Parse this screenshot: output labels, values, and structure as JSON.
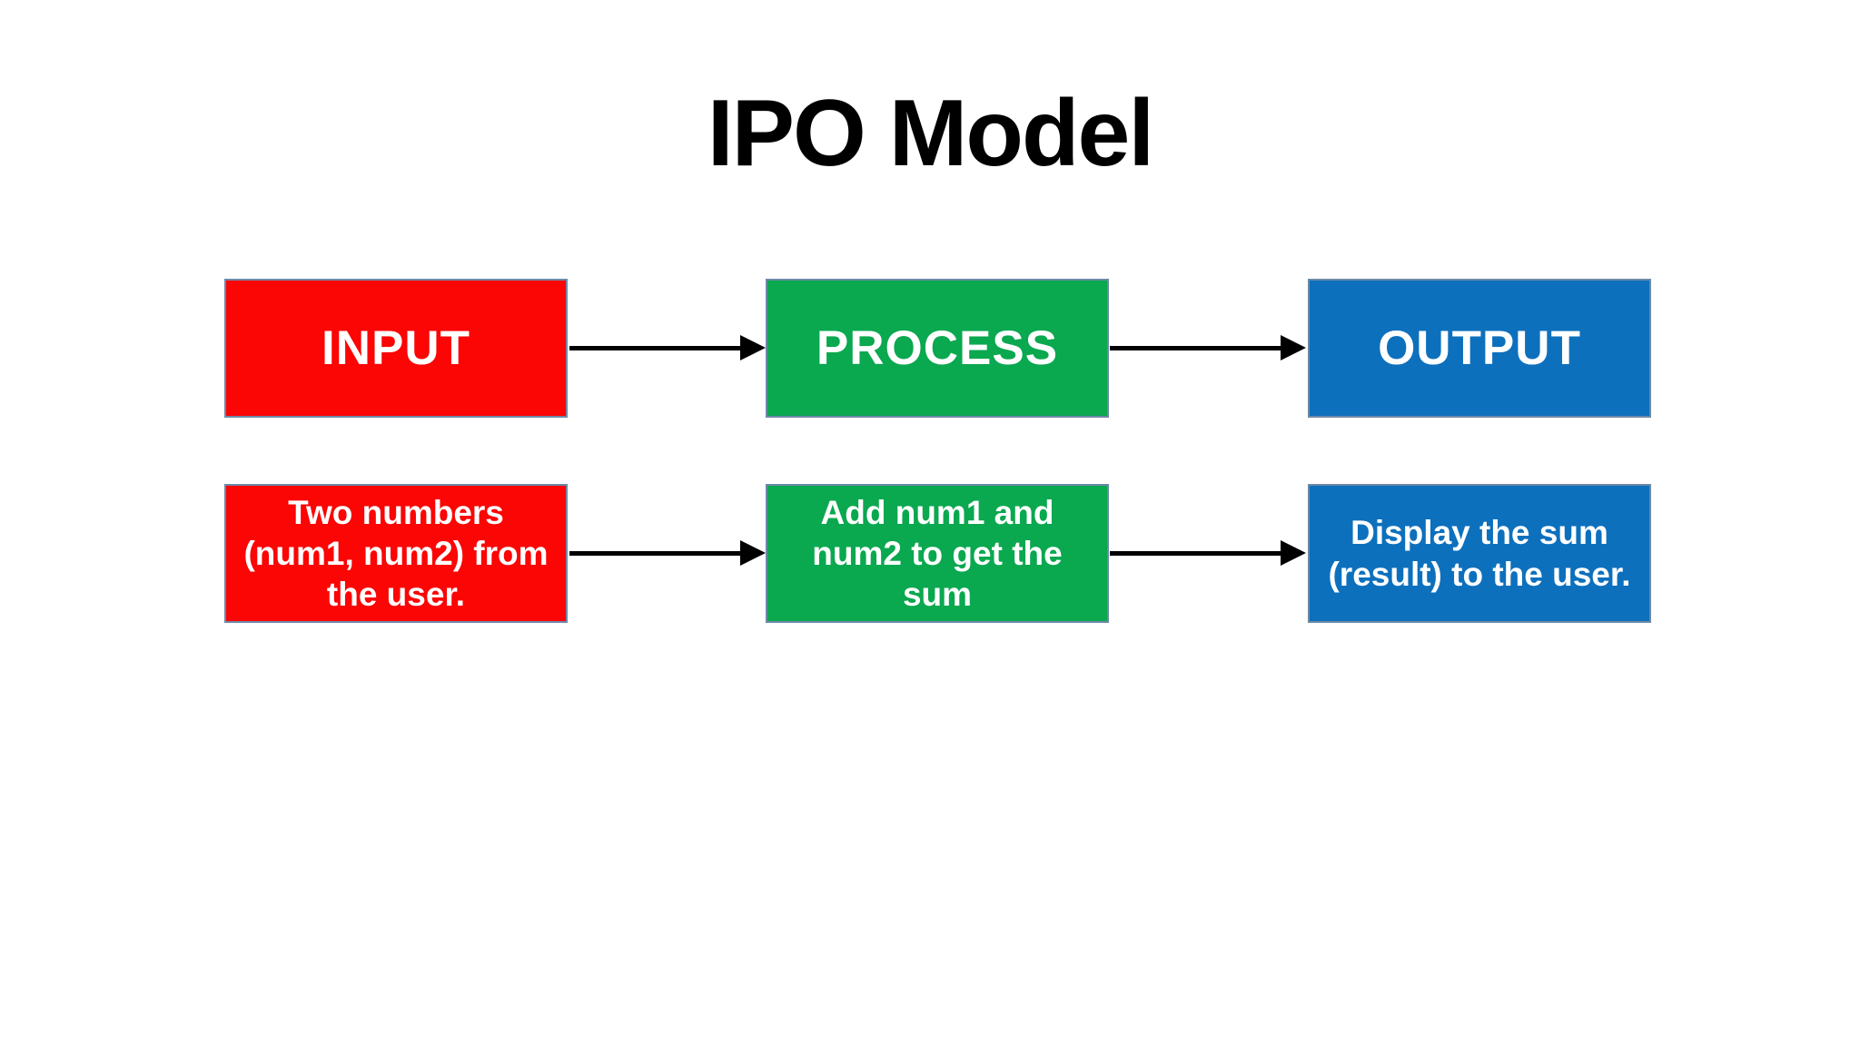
{
  "title": "IPO Model",
  "colors": {
    "background": "#ffffff",
    "title_text": "#000000",
    "label_text": "#ffffff",
    "box_border": "#6d89a6",
    "arrow": "#000000",
    "input": "#fb0505",
    "process": "#0aa84f",
    "output": "#0d70bd"
  },
  "diagram": {
    "type": "flowchart",
    "stages": [
      {
        "id": "input",
        "label": "INPUT",
        "description": "Two numbers (num1, num2) from the user.",
        "color": "#fb0505"
      },
      {
        "id": "process",
        "label": "PROCESS",
        "description": "Add num1 and num2 to get the sum",
        "color": "#0aa84f"
      },
      {
        "id": "output",
        "label": "OUTPUT",
        "description": "Display the sum (result) to the user.",
        "color": "#0d70bd"
      }
    ],
    "arrows": [
      {
        "from": "input",
        "to": "process",
        "row": "labels"
      },
      {
        "from": "process",
        "to": "output",
        "row": "labels"
      },
      {
        "from": "input",
        "to": "process",
        "row": "descriptions"
      },
      {
        "from": "process",
        "to": "output",
        "row": "descriptions"
      }
    ]
  }
}
